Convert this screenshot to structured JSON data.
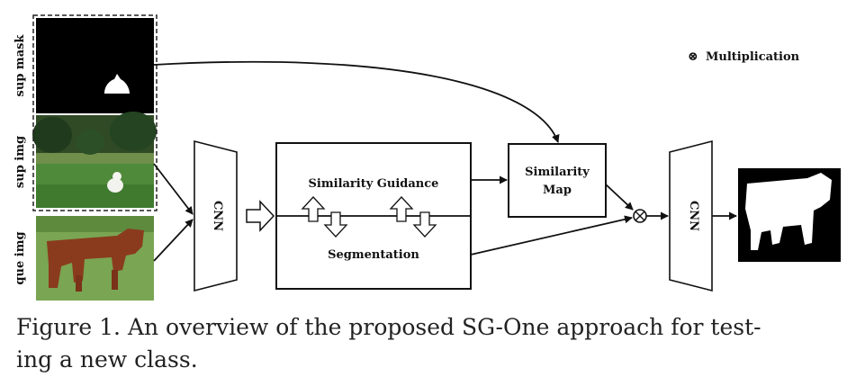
{
  "side_labels": {
    "sup_mask": "sup mask",
    "sup_img": "sup img",
    "que_img": "que img"
  },
  "legend": {
    "symbol": "⊗",
    "text": "Multiplication"
  },
  "cnn_label": "CNN",
  "branch": {
    "similarity_guidance": "Similarity Guidance",
    "segmentation": "Segmentation"
  },
  "similarity_map": {
    "line1": "Similarity",
    "line2": "Map"
  },
  "multiply_symbol": "⊗",
  "caption": {
    "line1": "Figure 1. An overview of the proposed SG-One approach for test-",
    "line2": "ing a new class."
  }
}
